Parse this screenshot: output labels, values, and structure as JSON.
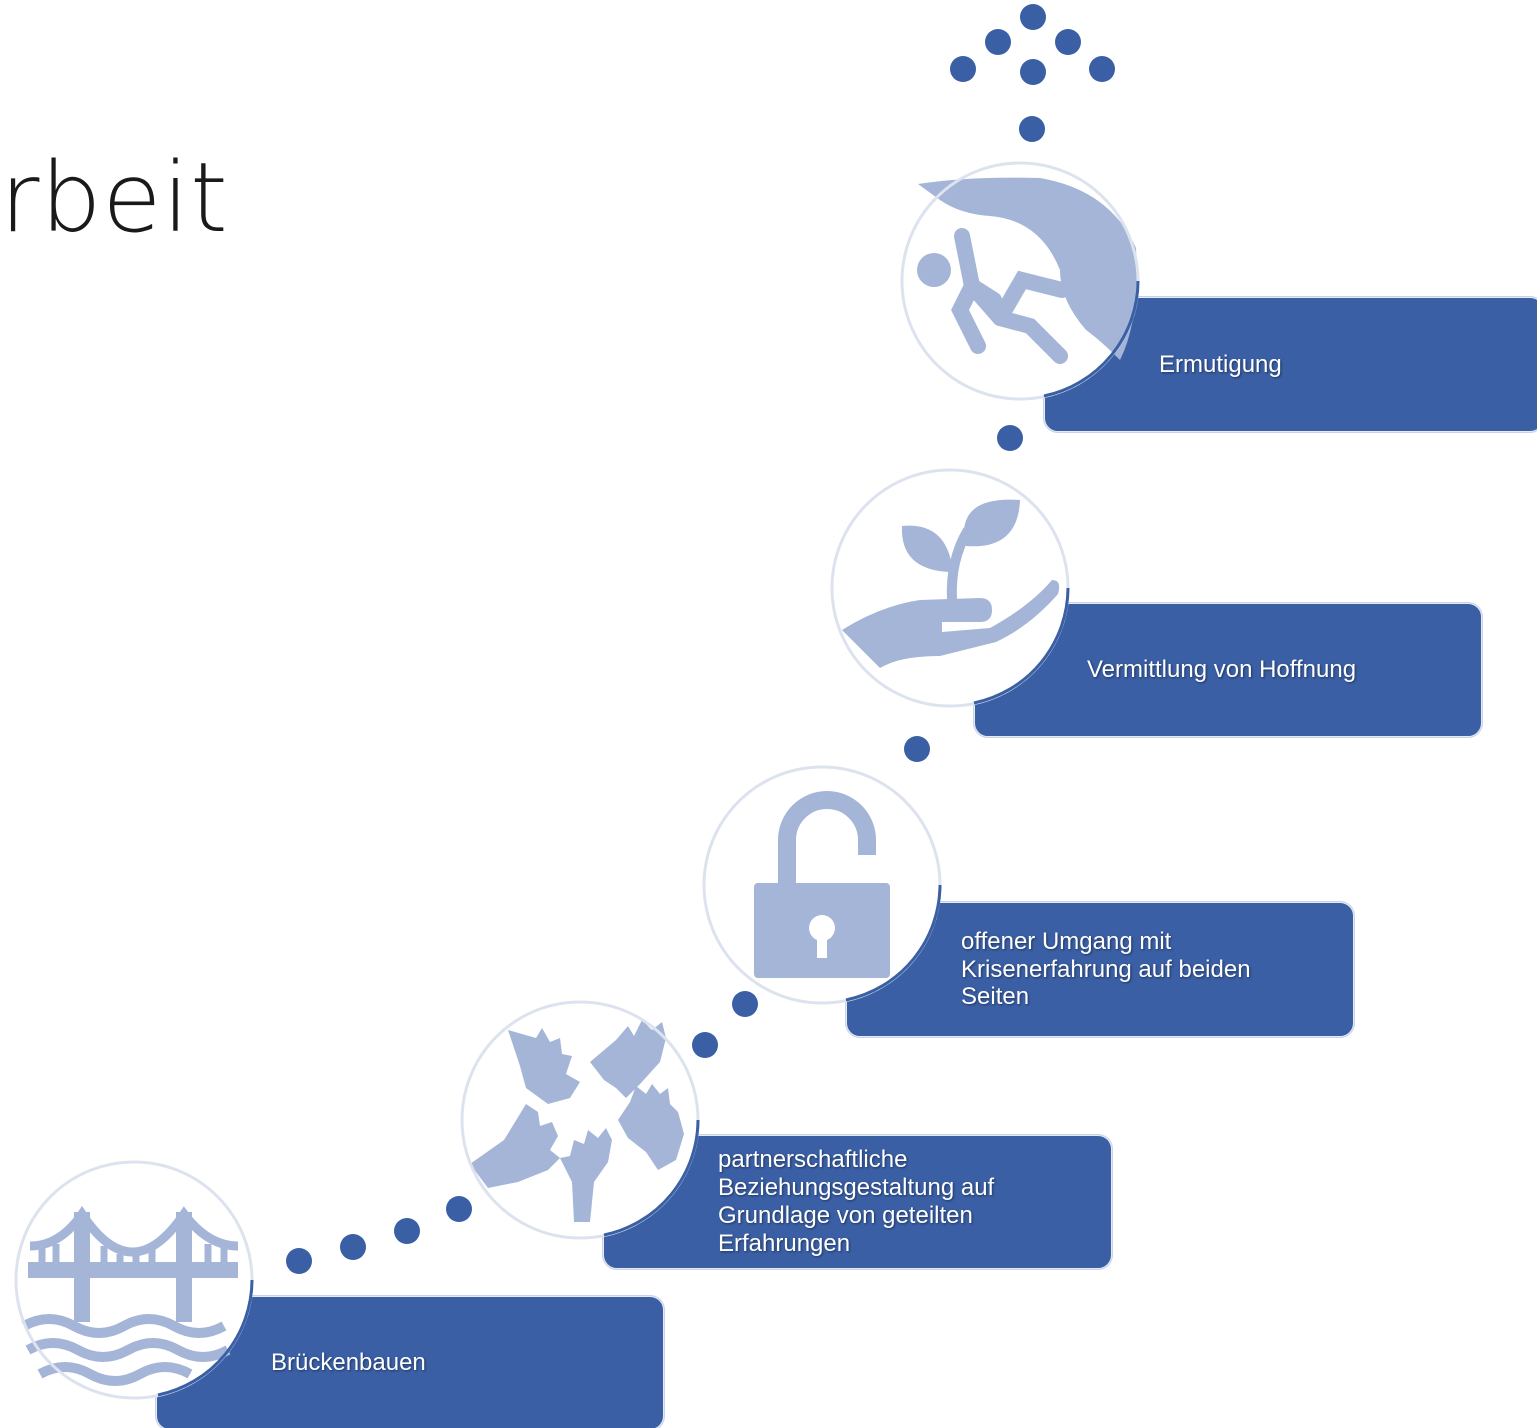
{
  "page": {
    "title": "rbeit"
  },
  "steps": [
    {
      "label": "Brückenbauen",
      "icon": "bridge-icon"
    },
    {
      "label": "partnerschaftliche Beziehungsgestaltung auf Grundlage von geteilten Erfahrungen",
      "icon": "hands-icon"
    },
    {
      "label": "offener Umgang mit Krisenerfahrung auf beiden Seiten",
      "icon": "padlock-icon"
    },
    {
      "label": "Vermittlung von Hoffnung",
      "icon": "plant-in-hand-icon"
    },
    {
      "label": "Ermutigung",
      "icon": "climber-icon"
    }
  ],
  "colors": {
    "box": "#3a5fa5",
    "icon": "#a4b5d8",
    "dot": "#3a5fa5",
    "text": "#ffffff"
  }
}
